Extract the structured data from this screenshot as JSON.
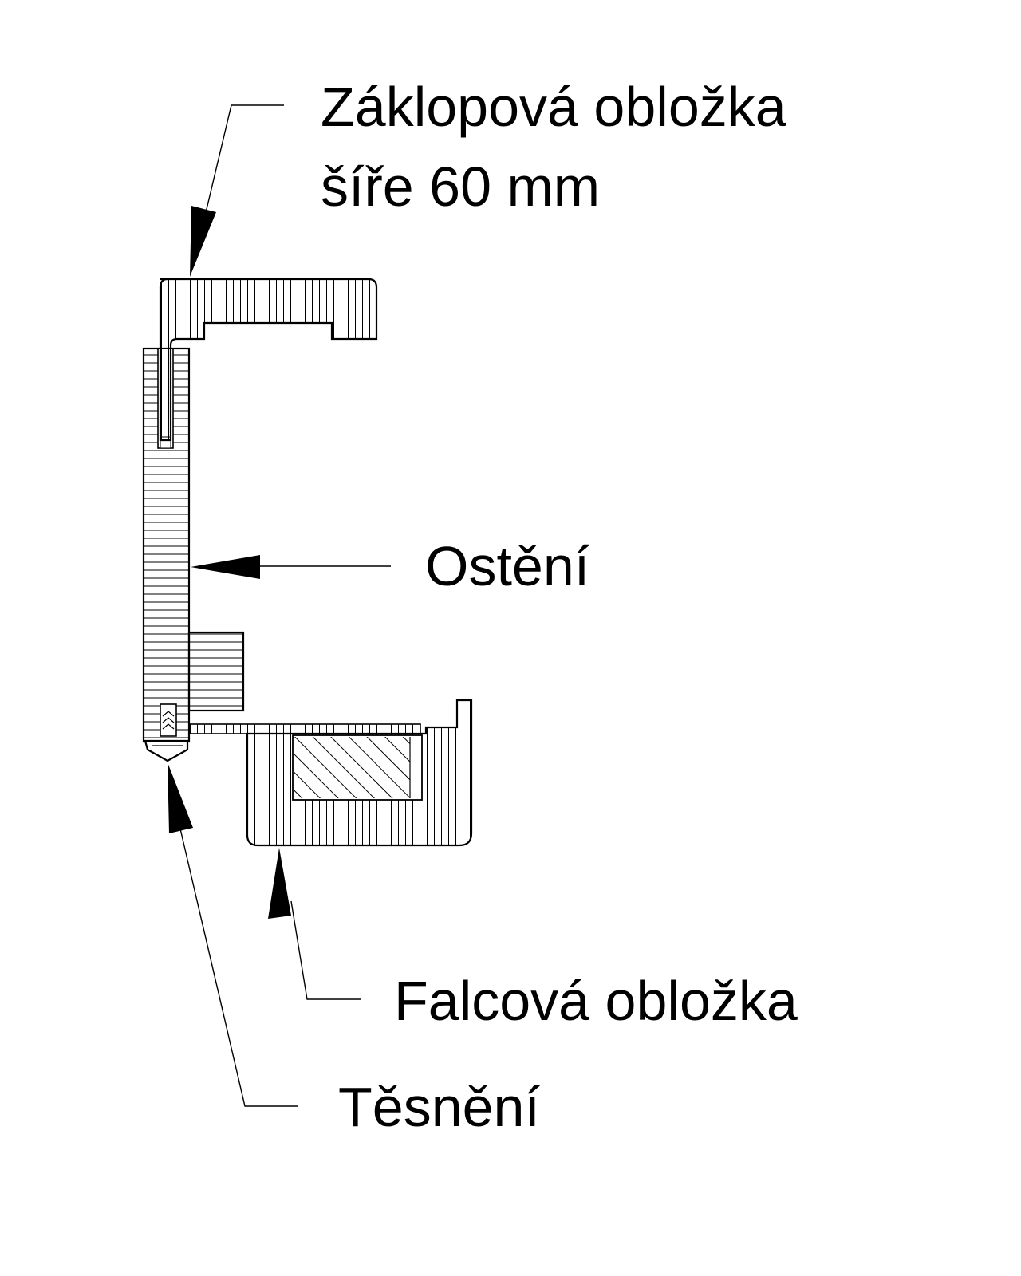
{
  "labels": {
    "zaklopova_line1": "Záklopová obložka",
    "zaklopova_line2": "šíře 60 mm",
    "osteni": "Ostění",
    "falcova": "Falcová obložka",
    "tesneni": "Těsnění"
  },
  "colors": {
    "ink": "#000000",
    "paper": "#ffffff"
  }
}
